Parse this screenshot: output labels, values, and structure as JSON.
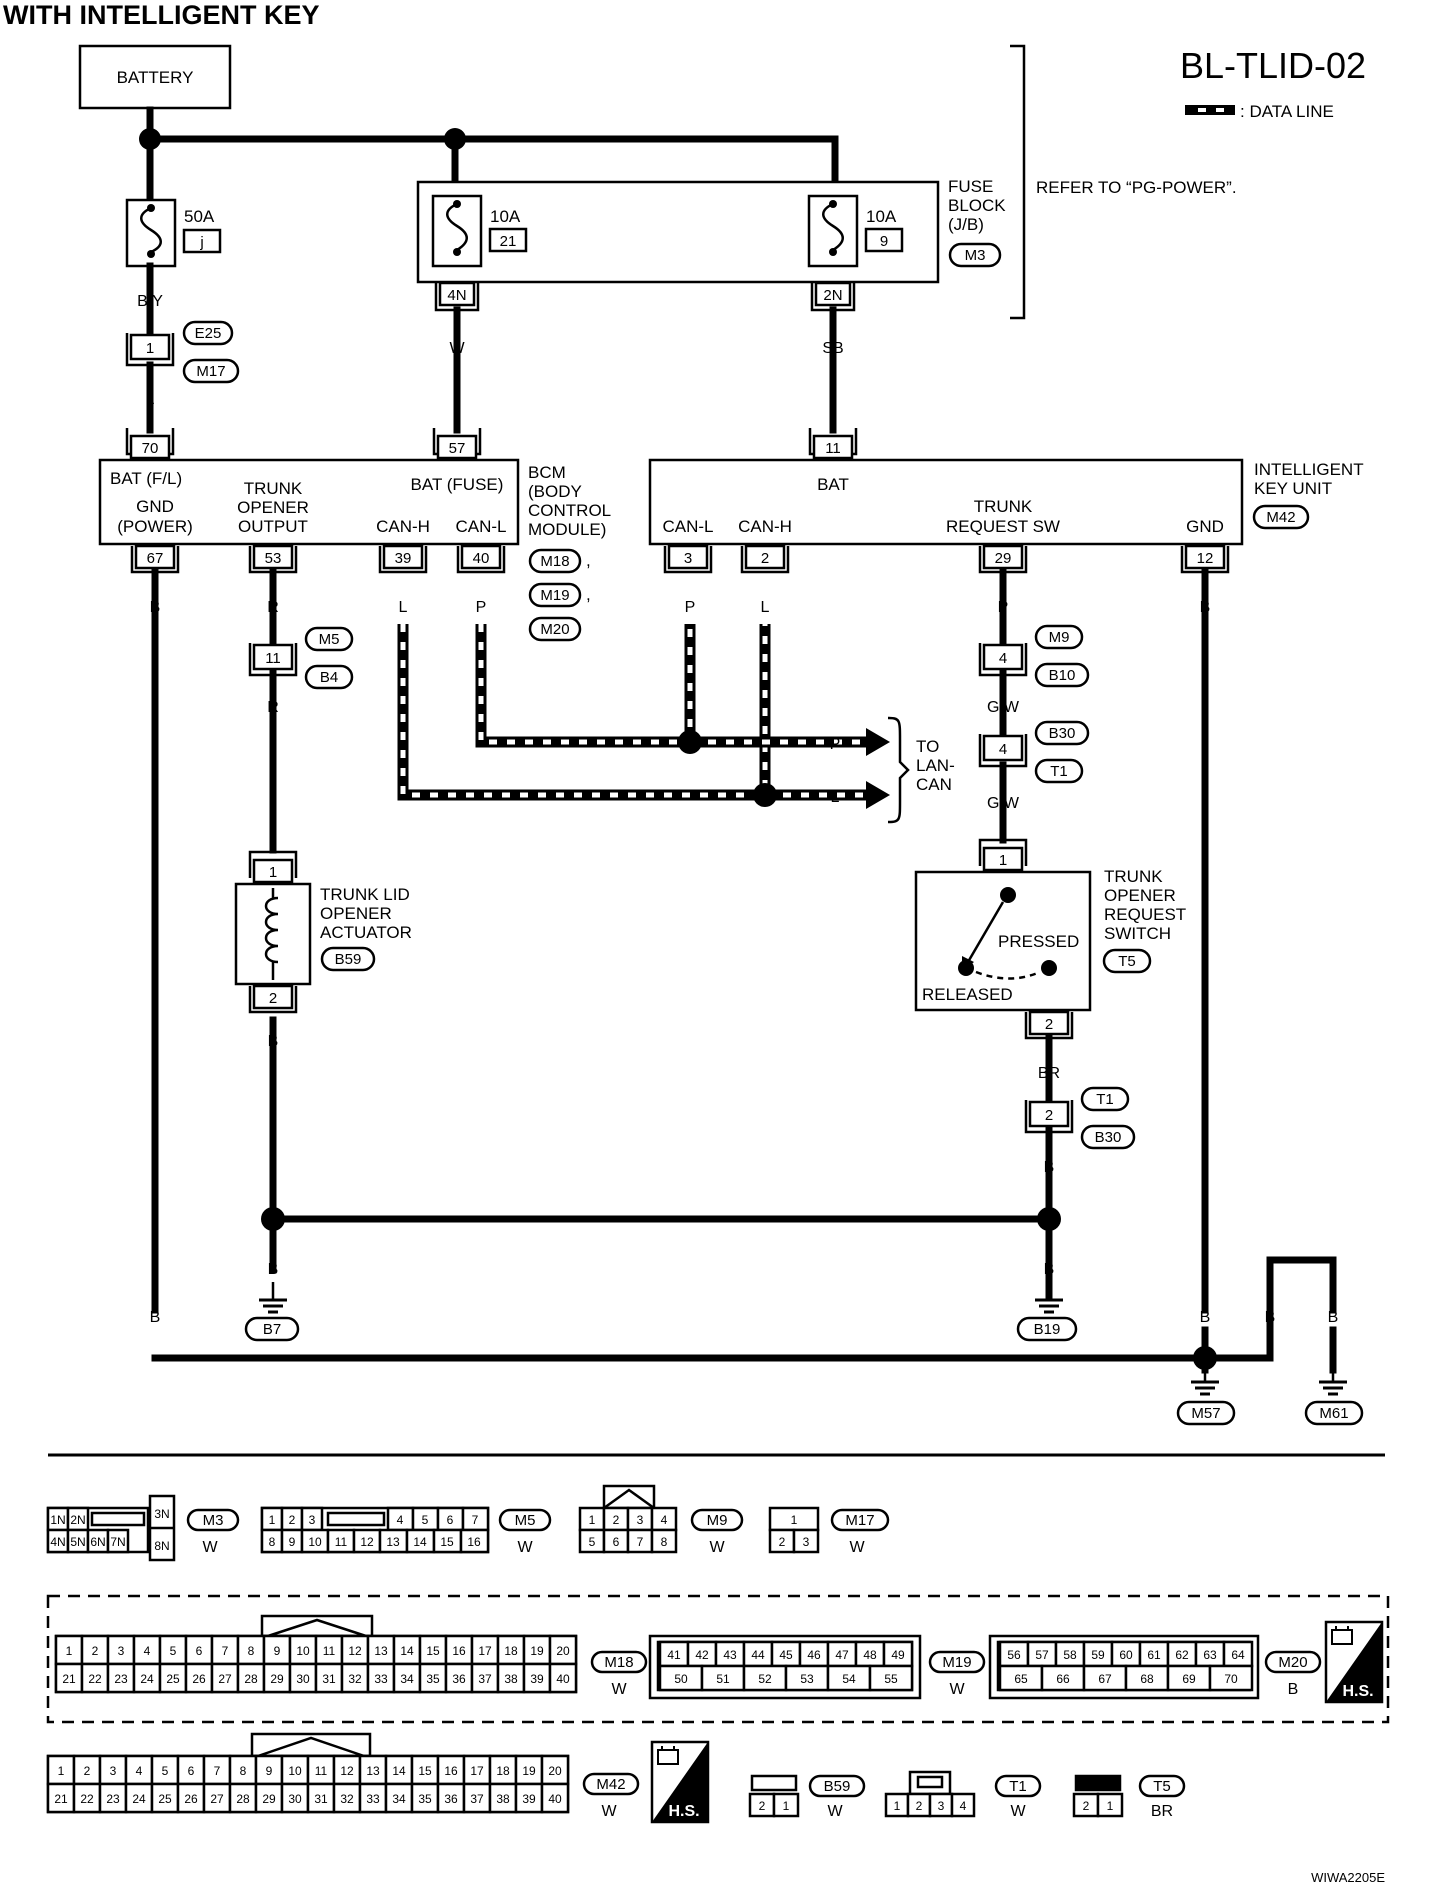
{
  "header": {
    "title": "WITH INTELLIGENT KEY",
    "diagram_code": "BL-TLID-02",
    "legend": ": DATA LINE"
  },
  "power": {
    "battery": "BATTERY",
    "fuse_50a": {
      "amp": "50A",
      "id": "j"
    },
    "fuse_10a_a": {
      "amp": "10A",
      "id": "21"
    },
    "fuse_10a_b": {
      "amp": "10A",
      "id": "9"
    },
    "fuse_block": [
      "FUSE",
      "BLOCK",
      "(J/B)"
    ],
    "fuse_block_conn": "M3",
    "refer": "REFER TO “PG-POWER”.",
    "pin_4n": "4N",
    "pin_2n": "2N"
  },
  "wires": {
    "by": "B/Y",
    "l": "L",
    "w": "W",
    "sb": "SB",
    "b": "B",
    "r": "R",
    "p": "P",
    "gw": "G/W",
    "br": "BR"
  },
  "joints": {
    "e25": "E25",
    "m17": "M17",
    "pin1": "1",
    "m5": "M5",
    "b4": "B4",
    "pin11": "11",
    "m9": "M9",
    "b10": "B10",
    "pin4": "4",
    "b30": "B30",
    "t1": "T1",
    "pin2": "2"
  },
  "bcm": {
    "name": [
      "BCM",
      "(BODY",
      "CONTROL",
      "MODULE)"
    ],
    "conns": [
      "M18",
      "M19",
      "M20"
    ],
    "comma": ",",
    "labels": {
      "bat_fl": "BAT (F/L)",
      "gnd": "GND",
      "power": "(POWER)",
      "trunk": "TRUNK",
      "opener": "OPENER",
      "output": "OUTPUT",
      "bat_fuse": "BAT (FUSE)",
      "can_h": "CAN-H",
      "can_l": "CAN-L"
    },
    "pins": {
      "p70": "70",
      "p57": "57",
      "p67": "67",
      "p53": "53",
      "p39": "39",
      "p40": "40"
    }
  },
  "iku": {
    "name": [
      "INTELLIGENT",
      "KEY UNIT"
    ],
    "conn": "M42",
    "labels": {
      "bat": "BAT",
      "can_l": "CAN-L",
      "can_h": "CAN-H",
      "trunk": "TRUNK",
      "req": "REQUEST SW",
      "gnd": "GND"
    },
    "pins": {
      "p11": "11",
      "p3": "3",
      "p2": "2",
      "p29": "29",
      "p12": "12"
    }
  },
  "lan": {
    "to": [
      "TO",
      "LAN-",
      "CAN"
    ],
    "p": "P",
    "l": "L"
  },
  "actuator": {
    "name": [
      "TRUNK LID",
      "OPENER",
      "ACTUATOR"
    ],
    "conn": "B59",
    "pin1": "1",
    "pin2": "2"
  },
  "switch": {
    "name": [
      "TRUNK",
      "OPENER",
      "REQUEST",
      "SWITCH"
    ],
    "conn": "T5",
    "pressed": "PRESSED",
    "released": "RELEASED",
    "pin1": "1",
    "pin2": "2"
  },
  "grounds": {
    "b7": "B7",
    "b19": "B19",
    "m57": "M57",
    "m61": "M61"
  },
  "connectors": {
    "m3": {
      "id": "M3",
      "color": "W",
      "top": [
        "1N",
        "2N"
      ],
      "bottom": [
        "4N",
        "5N",
        "6N",
        "7N"
      ],
      "right": [
        "3N",
        "8N"
      ]
    },
    "m5": {
      "id": "M5",
      "color": "W",
      "top": [
        "1",
        "2",
        "3",
        "4",
        "5",
        "6",
        "7"
      ],
      "bottom": [
        "8",
        "9",
        "10",
        "11",
        "12",
        "13",
        "14",
        "15",
        "16"
      ]
    },
    "m9": {
      "id": "M9",
      "color": "W",
      "top": [
        "1",
        "2",
        "3",
        "4"
      ],
      "bottom": [
        "5",
        "6",
        "7",
        "8"
      ]
    },
    "m17": {
      "id": "M17",
      "color": "W",
      "top": [
        "1"
      ],
      "bottom": [
        "2",
        "3"
      ]
    },
    "m18": {
      "id": "M18",
      "color": "W",
      "top": [
        "1",
        "2",
        "3",
        "4",
        "5",
        "6",
        "7",
        "8",
        "9",
        "10",
        "11",
        "12",
        "13",
        "14",
        "15",
        "16",
        "17",
        "18",
        "19",
        "20"
      ],
      "bottom": [
        "21",
        "22",
        "23",
        "24",
        "25",
        "26",
        "27",
        "28",
        "29",
        "30",
        "31",
        "32",
        "33",
        "34",
        "35",
        "36",
        "37",
        "38",
        "39",
        "40"
      ]
    },
    "m19": {
      "id": "M19",
      "color": "W",
      "top": [
        "41",
        "42",
        "43",
        "44",
        "45",
        "46",
        "47",
        "48",
        "49"
      ],
      "bottom": [
        "50",
        "51",
        "52",
        "53",
        "54",
        "55"
      ]
    },
    "m20": {
      "id": "M20",
      "color": "B",
      "top": [
        "56",
        "57",
        "58",
        "59",
        "60",
        "61",
        "62",
        "63",
        "64"
      ],
      "bottom": [
        "65",
        "66",
        "67",
        "68",
        "69",
        "70"
      ]
    },
    "m42": {
      "id": "M42",
      "color": "W",
      "top": [
        "1",
        "2",
        "3",
        "4",
        "5",
        "6",
        "7",
        "8",
        "9",
        "10",
        "11",
        "12",
        "13",
        "14",
        "15",
        "16",
        "17",
        "18",
        "19",
        "20"
      ],
      "bottom": [
        "21",
        "22",
        "23",
        "24",
        "25",
        "26",
        "27",
        "28",
        "29",
        "30",
        "31",
        "32",
        "33",
        "34",
        "35",
        "36",
        "37",
        "38",
        "39",
        "40"
      ]
    },
    "b59": {
      "id": "B59",
      "color": "W",
      "pins": [
        "2",
        "1"
      ]
    },
    "t1": {
      "id": "T1",
      "color": "W",
      "pins": [
        "1",
        "2",
        "3",
        "4"
      ]
    },
    "t5": {
      "id": "T5",
      "color": "BR",
      "pins": [
        "2",
        "1"
      ]
    }
  },
  "hs": "H.S.",
  "footer_code": "WIWA2205E"
}
